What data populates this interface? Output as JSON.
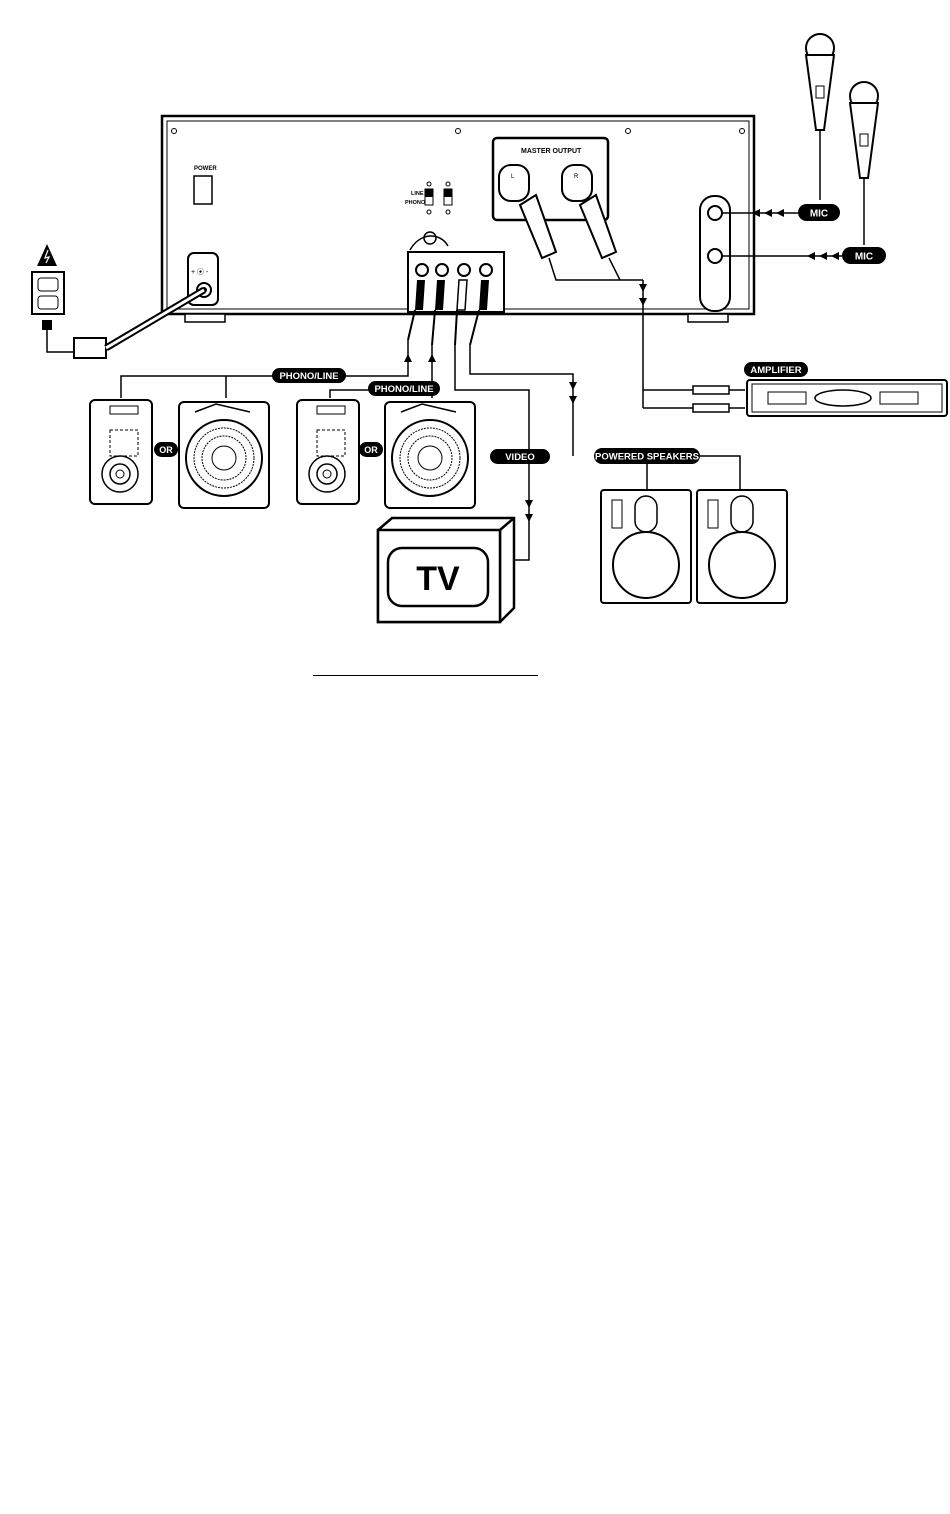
{
  "mixer": {
    "power_label": "POWER",
    "switch_line_label": "LINE",
    "switch_phono_label": "PHONO",
    "master_output_label": "MASTER OUTPUT",
    "xlr_left_label": "L",
    "xlr_right_label": "R",
    "power_jack_label": "+ ⦿ -"
  },
  "labels": {
    "mic_1": "MIC",
    "mic_2": "MIC",
    "phono_line_1": "PHONO/LINE",
    "phono_line_2": "PHONO/LINE",
    "or_1": "OR",
    "or_2": "OR",
    "video": "VIDEO",
    "powered_speakers": "POWERED SPEAKERS",
    "amplifier": "AMPLIFIER",
    "tv": "TV"
  },
  "colors": {
    "line": "#000000",
    "pill": "#000000",
    "pill_text": "#ffffff",
    "background": "#ffffff"
  }
}
